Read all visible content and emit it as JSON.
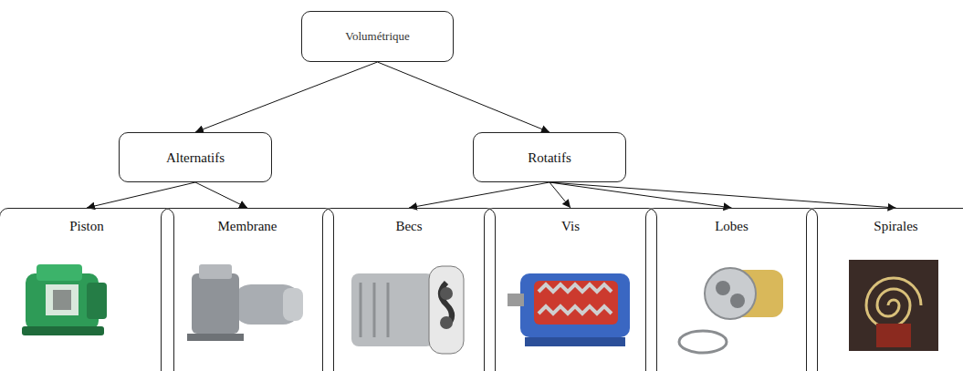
{
  "diagram": {
    "nodes": [
      {
        "text": [
          "Volumétrique"
        ]
      },
      {
        "text": [
          "Alternatifs"
        ]
      },
      {
        "text": [
          "Rotatifs"
        ]
      },
      {
        "text": [
          "Piston"
        ]
      },
      {
        "text": [
          "Membrane"
        ]
      },
      {
        "text": [
          "Becs"
        ]
      },
      {
        "text": [
          "Vis"
        ]
      },
      {
        "text": [
          "Lobes"
        ]
      },
      {
        "text": [
          "Spirales"
        ]
      }
    ],
    "edges": [
      {
        "from": 0,
        "to": 1,
        "arrow": "to"
      },
      {
        "from": 0,
        "to": 2,
        "arrow": "to"
      },
      {
        "from": 1,
        "to": 3,
        "arrow": "to"
      },
      {
        "from": 1,
        "to": 4,
        "arrow": "to"
      },
      {
        "from": 2,
        "to": 5,
        "arrow": "to"
      },
      {
        "from": 2,
        "to": 6,
        "arrow": "to"
      },
      {
        "from": 2,
        "to": 7,
        "arrow": "to"
      },
      {
        "from": 2,
        "to": 8,
        "arrow": "to"
      }
    ]
  }
}
